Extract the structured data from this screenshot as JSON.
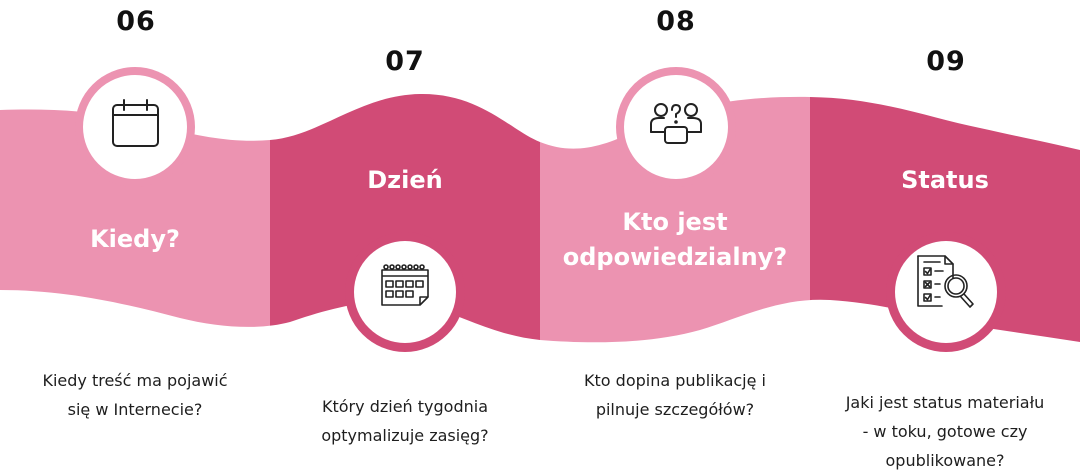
{
  "colors": {
    "light_band": "#EC93B1",
    "dark_band": "#D14B76",
    "circle_fill": "#FFFFFF",
    "number_text": "#111111",
    "title_text": "#FFFFFF",
    "desc_text": "#1E1E1E"
  },
  "steps": [
    {
      "number": "06",
      "title": "Kiedy?",
      "icon": "calendar-icon",
      "description_lines": [
        "Kiedy treść ma pojawić",
        "się w Internecie?"
      ]
    },
    {
      "number": "07",
      "title": "Dzień",
      "icon": "calendar-grid-icon",
      "description_lines": [
        "Który dzień tygodnia",
        "optymalizuje zasięg?"
      ]
    },
    {
      "number": "08",
      "title_lines": [
        "Kto jest",
        "odpowiedzialny?"
      ],
      "icon": "people-question-icon",
      "description_lines": [
        "Kto dopina publikację i",
        "pilnuje szczegółów?"
      ]
    },
    {
      "number": "09",
      "title": "Status",
      "icon": "checklist-search-icon",
      "description_lines": [
        "Jaki jest status materiału",
        "- w toku, gotowe czy",
        "opublikowane?"
      ]
    }
  ]
}
